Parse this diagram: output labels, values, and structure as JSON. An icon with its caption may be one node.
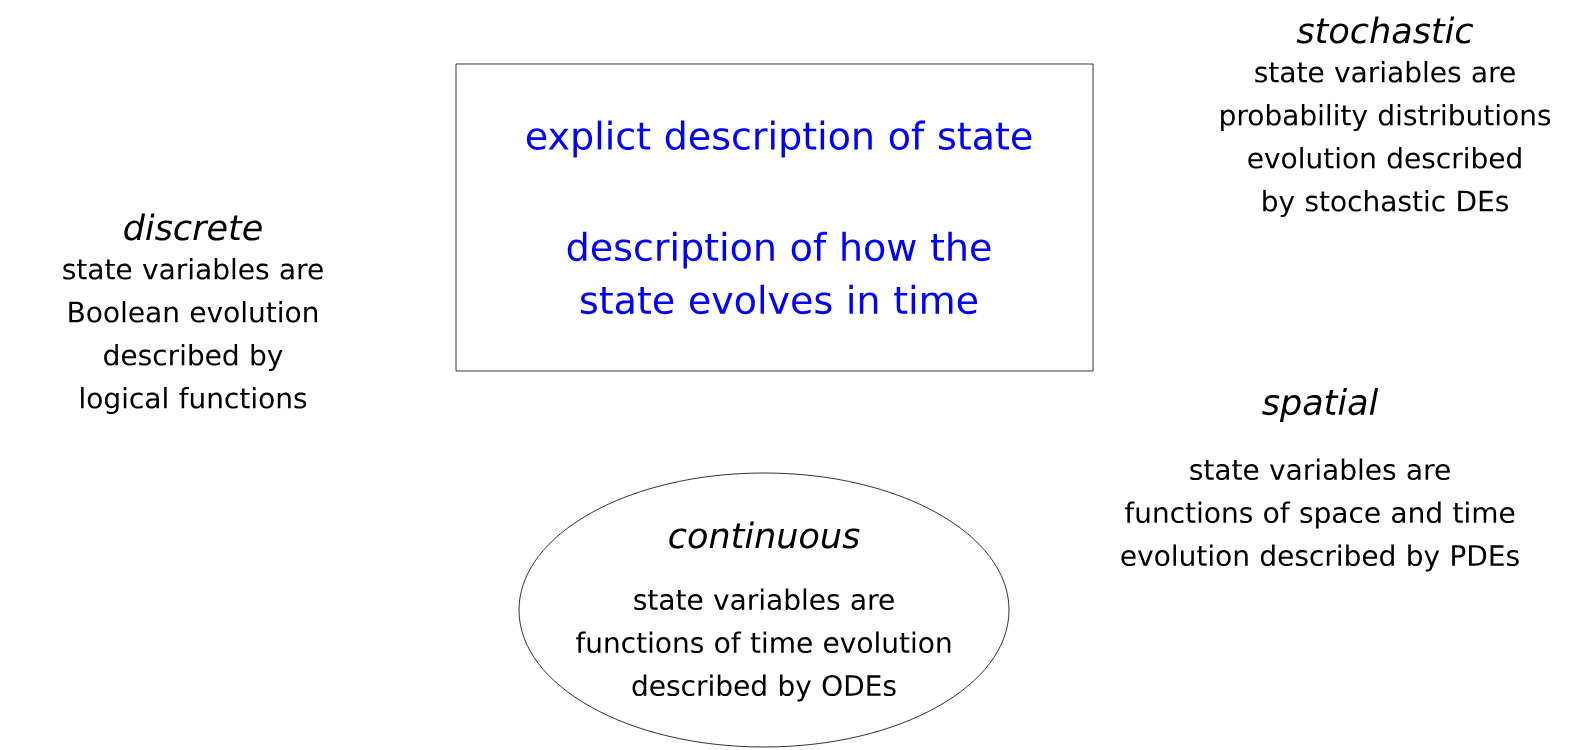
{
  "diagram": {
    "nodes": [
      {
        "text": [
          "explict description of state",
          "description of how the state evolves in time"
        ]
      },
      {
        "text": [
          "continuous",
          "state variables are functions of time evolution described by ODEs"
        ]
      }
    ],
    "labels": [
      "stochastic",
      "state variables are probability distributions evolution described by stochastic DEs",
      "discrete",
      "state variables are Boolean evolution described by logical functions",
      "spatial",
      "state variables are functions of space and time evolution described by PDEs"
    ]
  }
}
